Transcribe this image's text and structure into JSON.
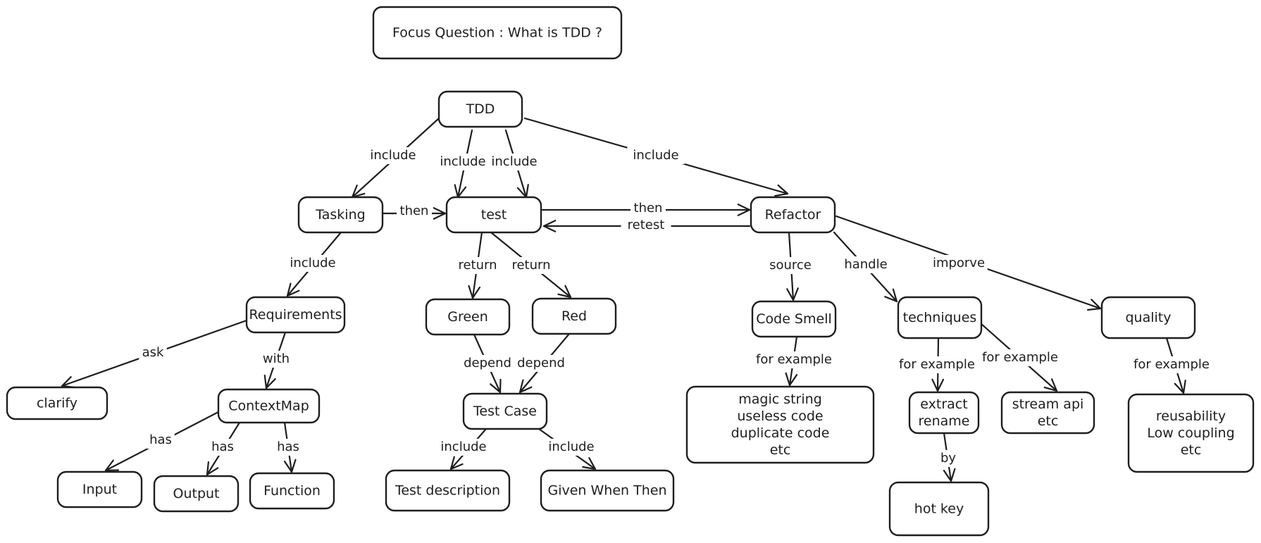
{
  "focus_question": "Focus Question : What is TDD ?",
  "nodes": {
    "focus": {
      "label": "Focus Question : What is TDD ?"
    },
    "tdd": {
      "label": "TDD"
    },
    "tasking": {
      "label": "Tasking"
    },
    "test": {
      "label": "test"
    },
    "refactor": {
      "label": "Refactor"
    },
    "requirements": {
      "label": "Requirements"
    },
    "clarify": {
      "label": "clarify"
    },
    "contextmap": {
      "label": "ContextMap"
    },
    "input": {
      "label": "Input"
    },
    "output": {
      "label": "Output"
    },
    "function": {
      "label": "Function"
    },
    "green": {
      "label": "Green"
    },
    "red": {
      "label": "Red"
    },
    "testcase": {
      "label": "Test Case"
    },
    "testdesc": {
      "label": "Test description"
    },
    "gwt": {
      "label": "Given When Then"
    },
    "codesmell": {
      "label": "Code Smell"
    },
    "smells": {
      "label": "magic string\nuseless code\nduplicate code\netc"
    },
    "techniques": {
      "label": "techniques"
    },
    "extract": {
      "label": "extract\nrename"
    },
    "stream": {
      "label": "stream api\netc"
    },
    "hotkey": {
      "label": "hot key"
    },
    "quality": {
      "label": "quality"
    },
    "qualities": {
      "label": "reusability\nLow coupling\netc"
    }
  },
  "edges": [
    {
      "id": "tdd-tasking",
      "label": "include"
    },
    {
      "id": "tdd-test-1",
      "label": "include"
    },
    {
      "id": "tdd-test-2",
      "label": "include"
    },
    {
      "id": "tdd-refactor",
      "label": "include"
    },
    {
      "id": "tasking-test",
      "label": "then"
    },
    {
      "id": "test-refactor",
      "label": "then"
    },
    {
      "id": "refactor-test",
      "label": "retest"
    },
    {
      "id": "tasking-requirements",
      "label": "include"
    },
    {
      "id": "requirements-clarify",
      "label": "ask"
    },
    {
      "id": "requirements-contextmap",
      "label": "with"
    },
    {
      "id": "contextmap-input",
      "label": "has"
    },
    {
      "id": "contextmap-output",
      "label": "has"
    },
    {
      "id": "contextmap-function",
      "label": "has"
    },
    {
      "id": "test-green",
      "label": "return"
    },
    {
      "id": "test-red",
      "label": "return"
    },
    {
      "id": "green-testcase",
      "label": "depend"
    },
    {
      "id": "red-testcase",
      "label": "depend"
    },
    {
      "id": "testcase-testdesc",
      "label": "include"
    },
    {
      "id": "testcase-gwt",
      "label": "include"
    },
    {
      "id": "refactor-codesmell",
      "label": "source"
    },
    {
      "id": "codesmell-smells",
      "label": "for example"
    },
    {
      "id": "refactor-techniques",
      "label": "handle"
    },
    {
      "id": "techniques-extract",
      "label": "for example"
    },
    {
      "id": "techniques-stream",
      "label": "for example"
    },
    {
      "id": "extract-hotkey",
      "label": "by"
    },
    {
      "id": "refactor-quality",
      "label": "imporve"
    },
    {
      "id": "quality-qualities",
      "label": "for example"
    }
  ]
}
